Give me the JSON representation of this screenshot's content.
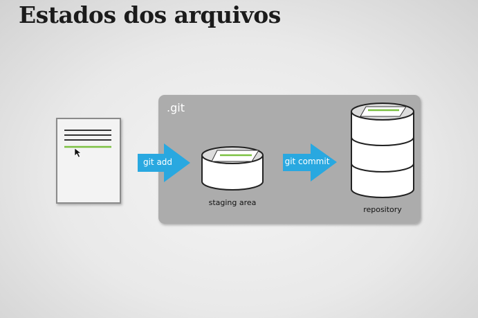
{
  "title": "Estados dos arquivos",
  "git_box": {
    "label": ".git"
  },
  "arrows": {
    "add": "git add",
    "commit": "git commit"
  },
  "stores": {
    "staging": "staging area",
    "repository": "repository"
  },
  "colors": {
    "arrow": "#29a8e0",
    "green_line": "#7cc142",
    "git_box": "#acacac",
    "document_line": "#333333"
  },
  "icons": {
    "cursor": "mouse-pointer-icon"
  }
}
